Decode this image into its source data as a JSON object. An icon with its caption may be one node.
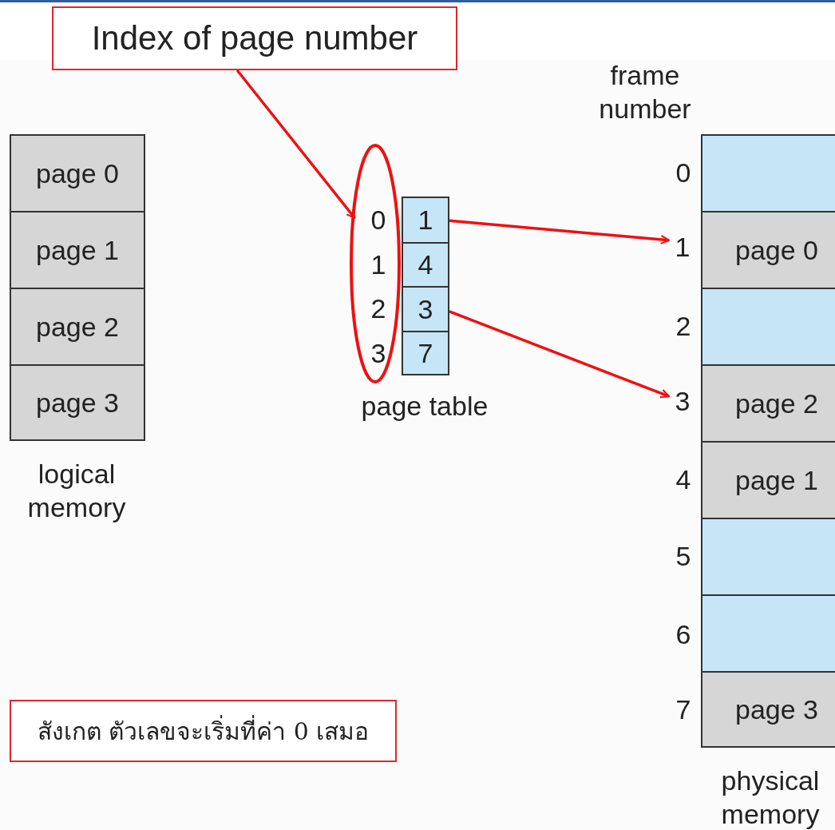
{
  "diagram": {
    "nodes": [
      {
        "text": [
          "Index of page number"
        ]
      },
      {
        "text": [],
        "shape": "ellipse"
      },
      {
        "text": [
          "page 0"
        ]
      },
      {
        "text": [
          "page 1"
        ]
      },
      {
        "text": [
          "page 2"
        ]
      },
      {
        "text": [
          "page 3"
        ],
        "beside": [
          "logical memory"
        ]
      },
      {
        "text": [
          "1"
        ]
      },
      {
        "text": [
          "4"
        ]
      },
      {
        "text": [
          "3"
        ]
      },
      {
        "text": [
          "7"
        ]
      },
      {
        "text": [],
        "shape": "box"
      },
      {
        "text": [
          "page 0"
        ]
      },
      {
        "text": [],
        "shape": "box"
      },
      {
        "text": [
          "page 2"
        ]
      },
      {
        "text": [
          "page 1"
        ]
      },
      {
        "text": [],
        "shape": "box"
      },
      {
        "text": [],
        "shape": "box"
      },
      {
        "text": [
          "page 3"
        ],
        "beside": [
          "physical memory"
        ]
      },
      {
        "text": [
          "1"
        ]
      },
      {
        "text": [
          "3"
        ]
      },
      {
        "text": [
          "สังเกต ตัวเลขจะเริ่มที่ค่า 0 เสมอ"
        ]
      }
    ],
    "edges": [
      {
        "from": 0,
        "to": 1,
        "arrow": "to"
      },
      {
        "from": 6,
        "to": 18,
        "arrow": "to"
      },
      {
        "from": 8,
        "to": 19,
        "arrow": "to"
      }
    ],
    "labels": [
      "frame number",
      "0",
      "0",
      "1",
      "2",
      "2",
      "3",
      "page table",
      "4",
      "5",
      "6",
      "7"
    ]
  }
}
